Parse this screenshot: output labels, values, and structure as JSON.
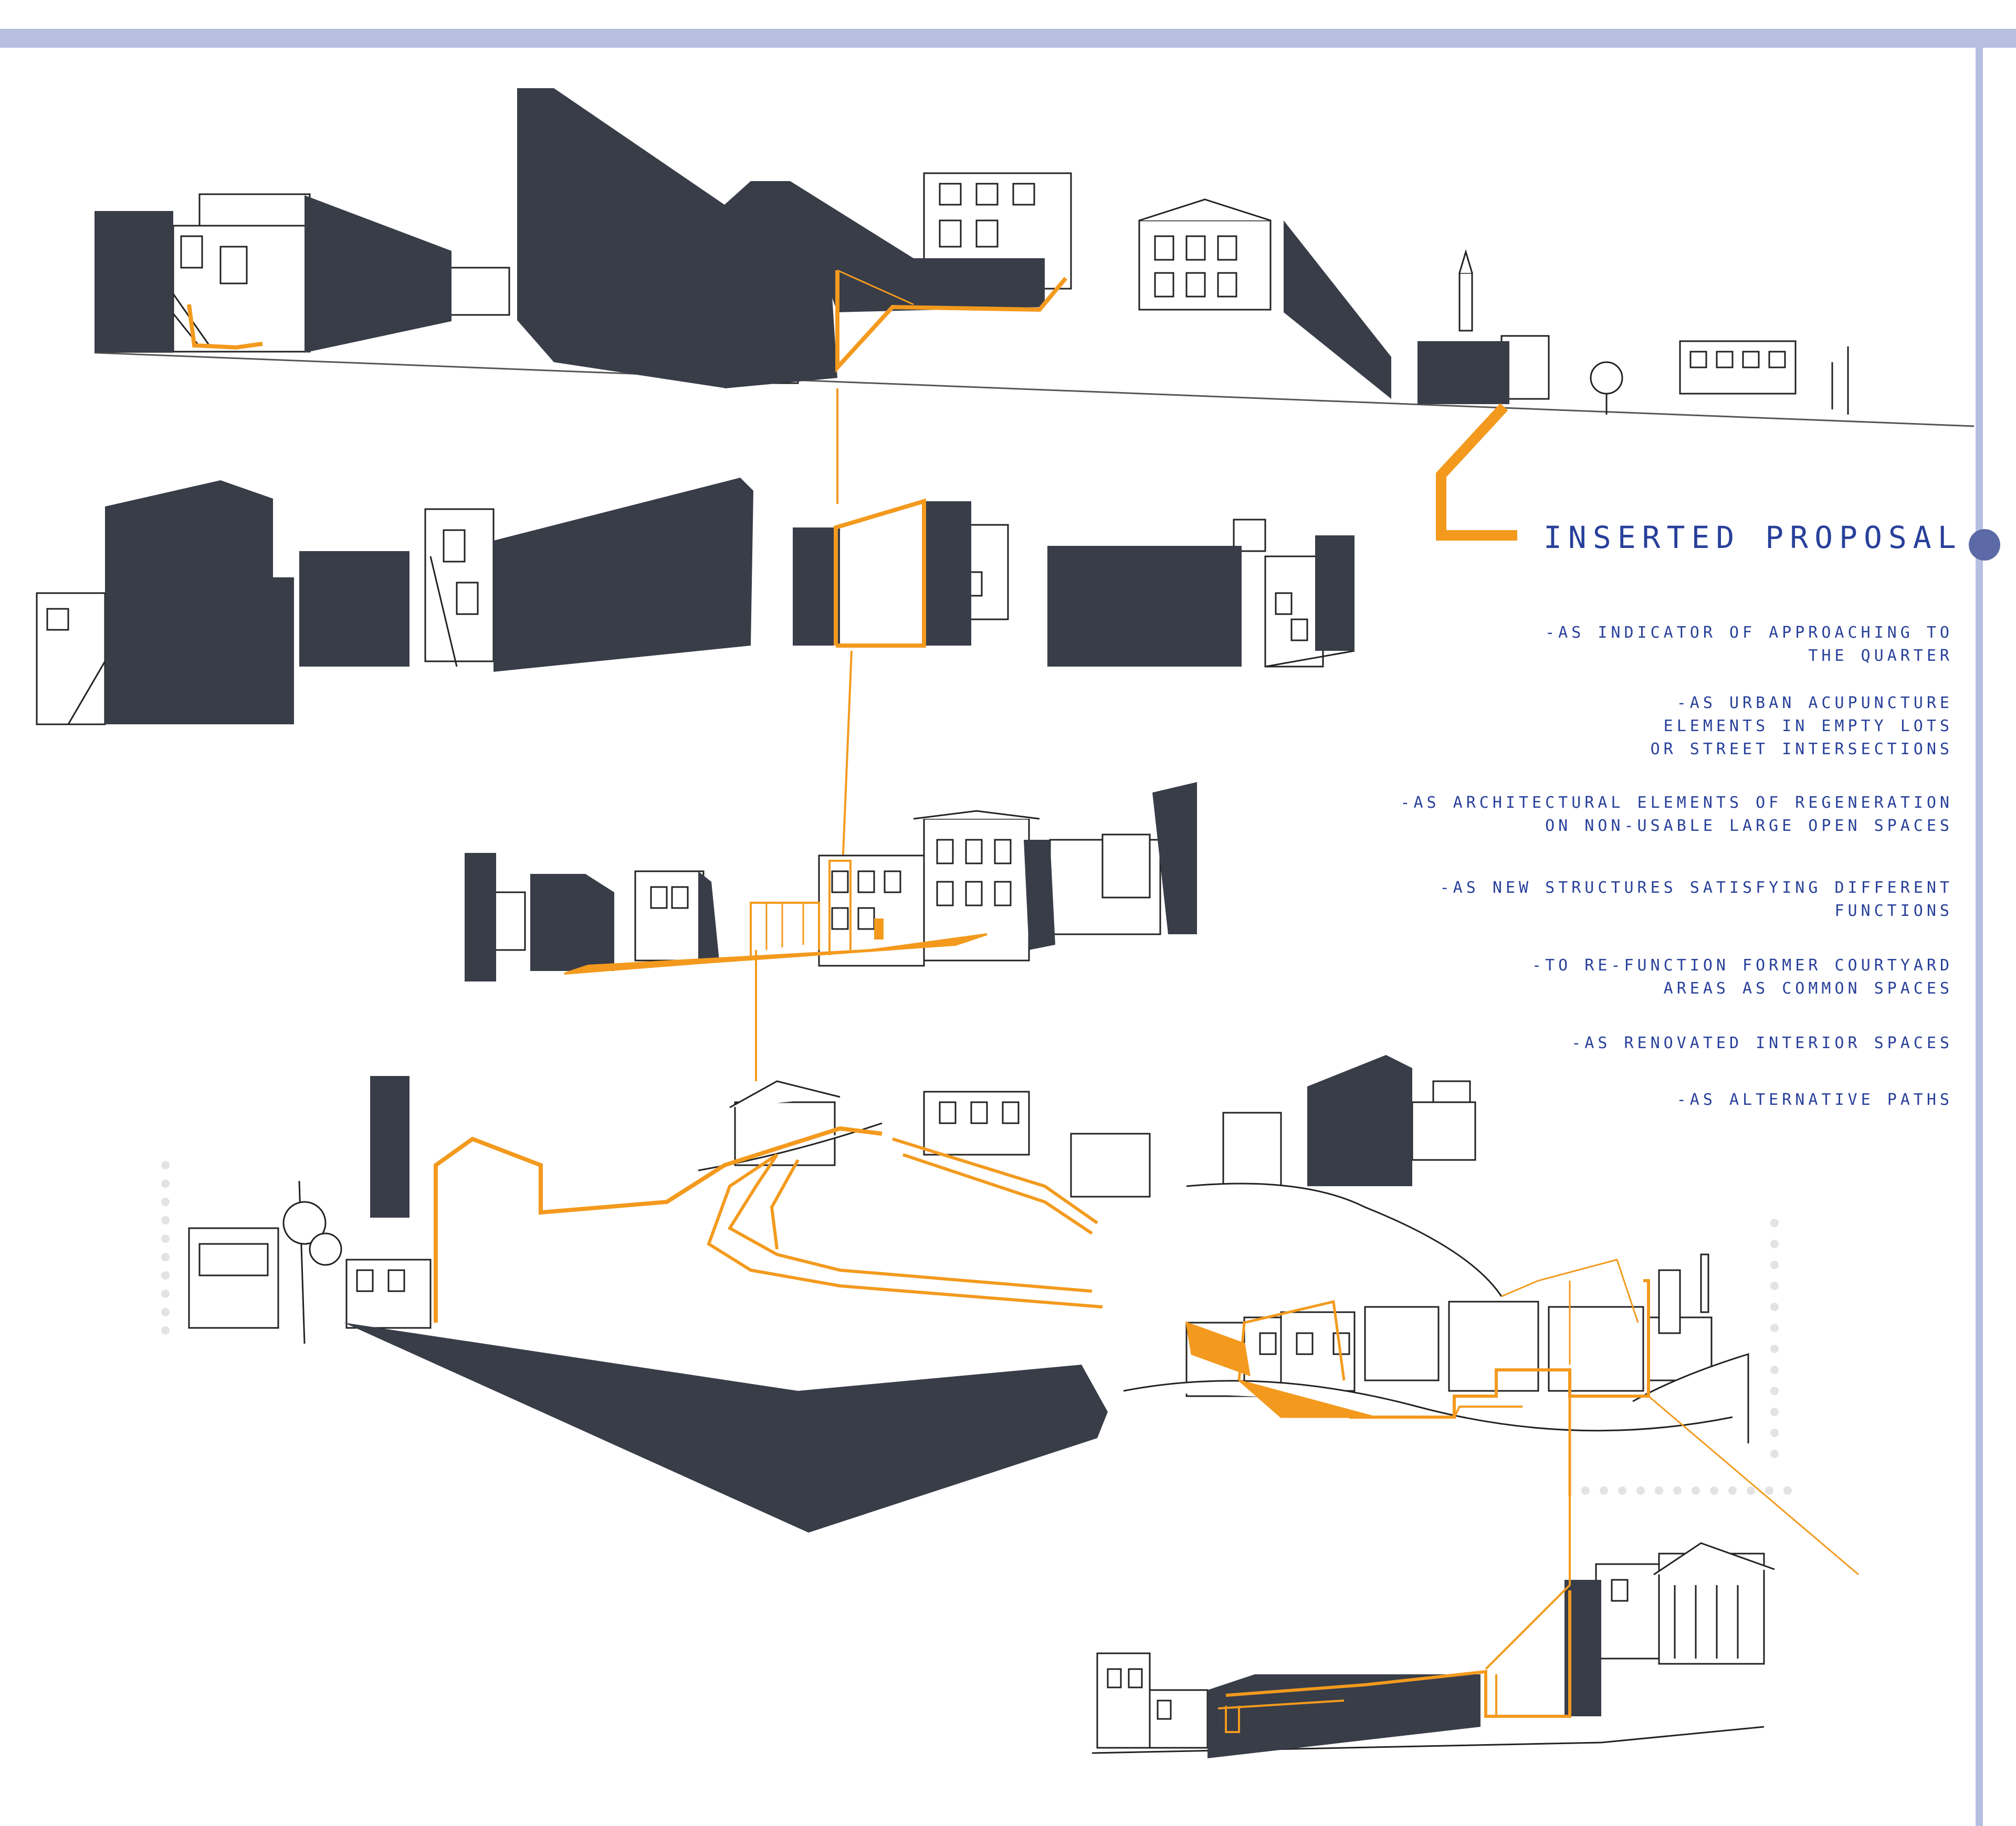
{
  "legend": {
    "title": "INSERTED PROPOSAL",
    "items": [
      "-AS INDICATOR OF APPROACHING TO\nTHE QUARTER",
      "-AS URBAN ACUPUNCTURE\nELEMENTS IN EMPTY LOTS\nOR STREET INTERSECTIONS",
      "-AS ARCHITECTURAL ELEMENTS OF REGENERATION\nON NON-USABLE LARGE OPEN SPACES",
      "-AS NEW STRUCTURES SATISFYING DIFFERENT\nFUNCTIONS",
      "-TO RE-FUNCTION FORMER COURTYARD\nAREAS AS COMMON SPACES",
      "-AS RENOVATED INTERIOR SPACES",
      "-AS ALTERNATIVE PATHS"
    ]
  },
  "colors": {
    "frame": "#b7bfe0",
    "accent": "#f39a1e",
    "dark_volume": "#383d48",
    "text": "#28409a",
    "marker": "#5b6aa6"
  }
}
